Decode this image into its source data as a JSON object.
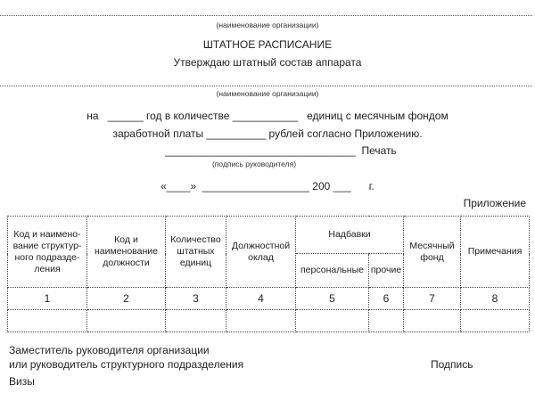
{
  "org_caption_1": "(наименование организации)",
  "title": "ШТАТНОЕ РАСПИСАНИЕ",
  "approve": "Утверждаю штатный состав аппарата",
  "org_caption_2": "(наименование организации)",
  "line1": "на   ______ год в количестве ___________   единиц с месячным фондом",
  "line2": "заработной платы __________ рублей согласно Приложению.",
  "sign_line": "________________________________  Печать",
  "sign_caption": "(подпись руководителя)",
  "date_line": "«____»  __________________ 200 ___      г.",
  "appendix": "Приложение",
  "table": {
    "headers": [
      "Код и наимено-вание структур-ного подразде-ления",
      "Код и наименование должности",
      "Количество штатных единиц",
      "Должностной оклад",
      "Надбавки",
      "Месячный фонд",
      "Примечания"
    ],
    "subheaders": [
      "персональные",
      "прочие"
    ],
    "numbers": [
      "1",
      "2",
      "3",
      "4",
      "5",
      "6",
      "7",
      "8"
    ]
  },
  "footer": {
    "deputy_1": "Заместитель руководителя организации",
    "deputy_2": "или руководитель структурного подразделения",
    "signature": "Подпись",
    "visas": "Визы"
  }
}
